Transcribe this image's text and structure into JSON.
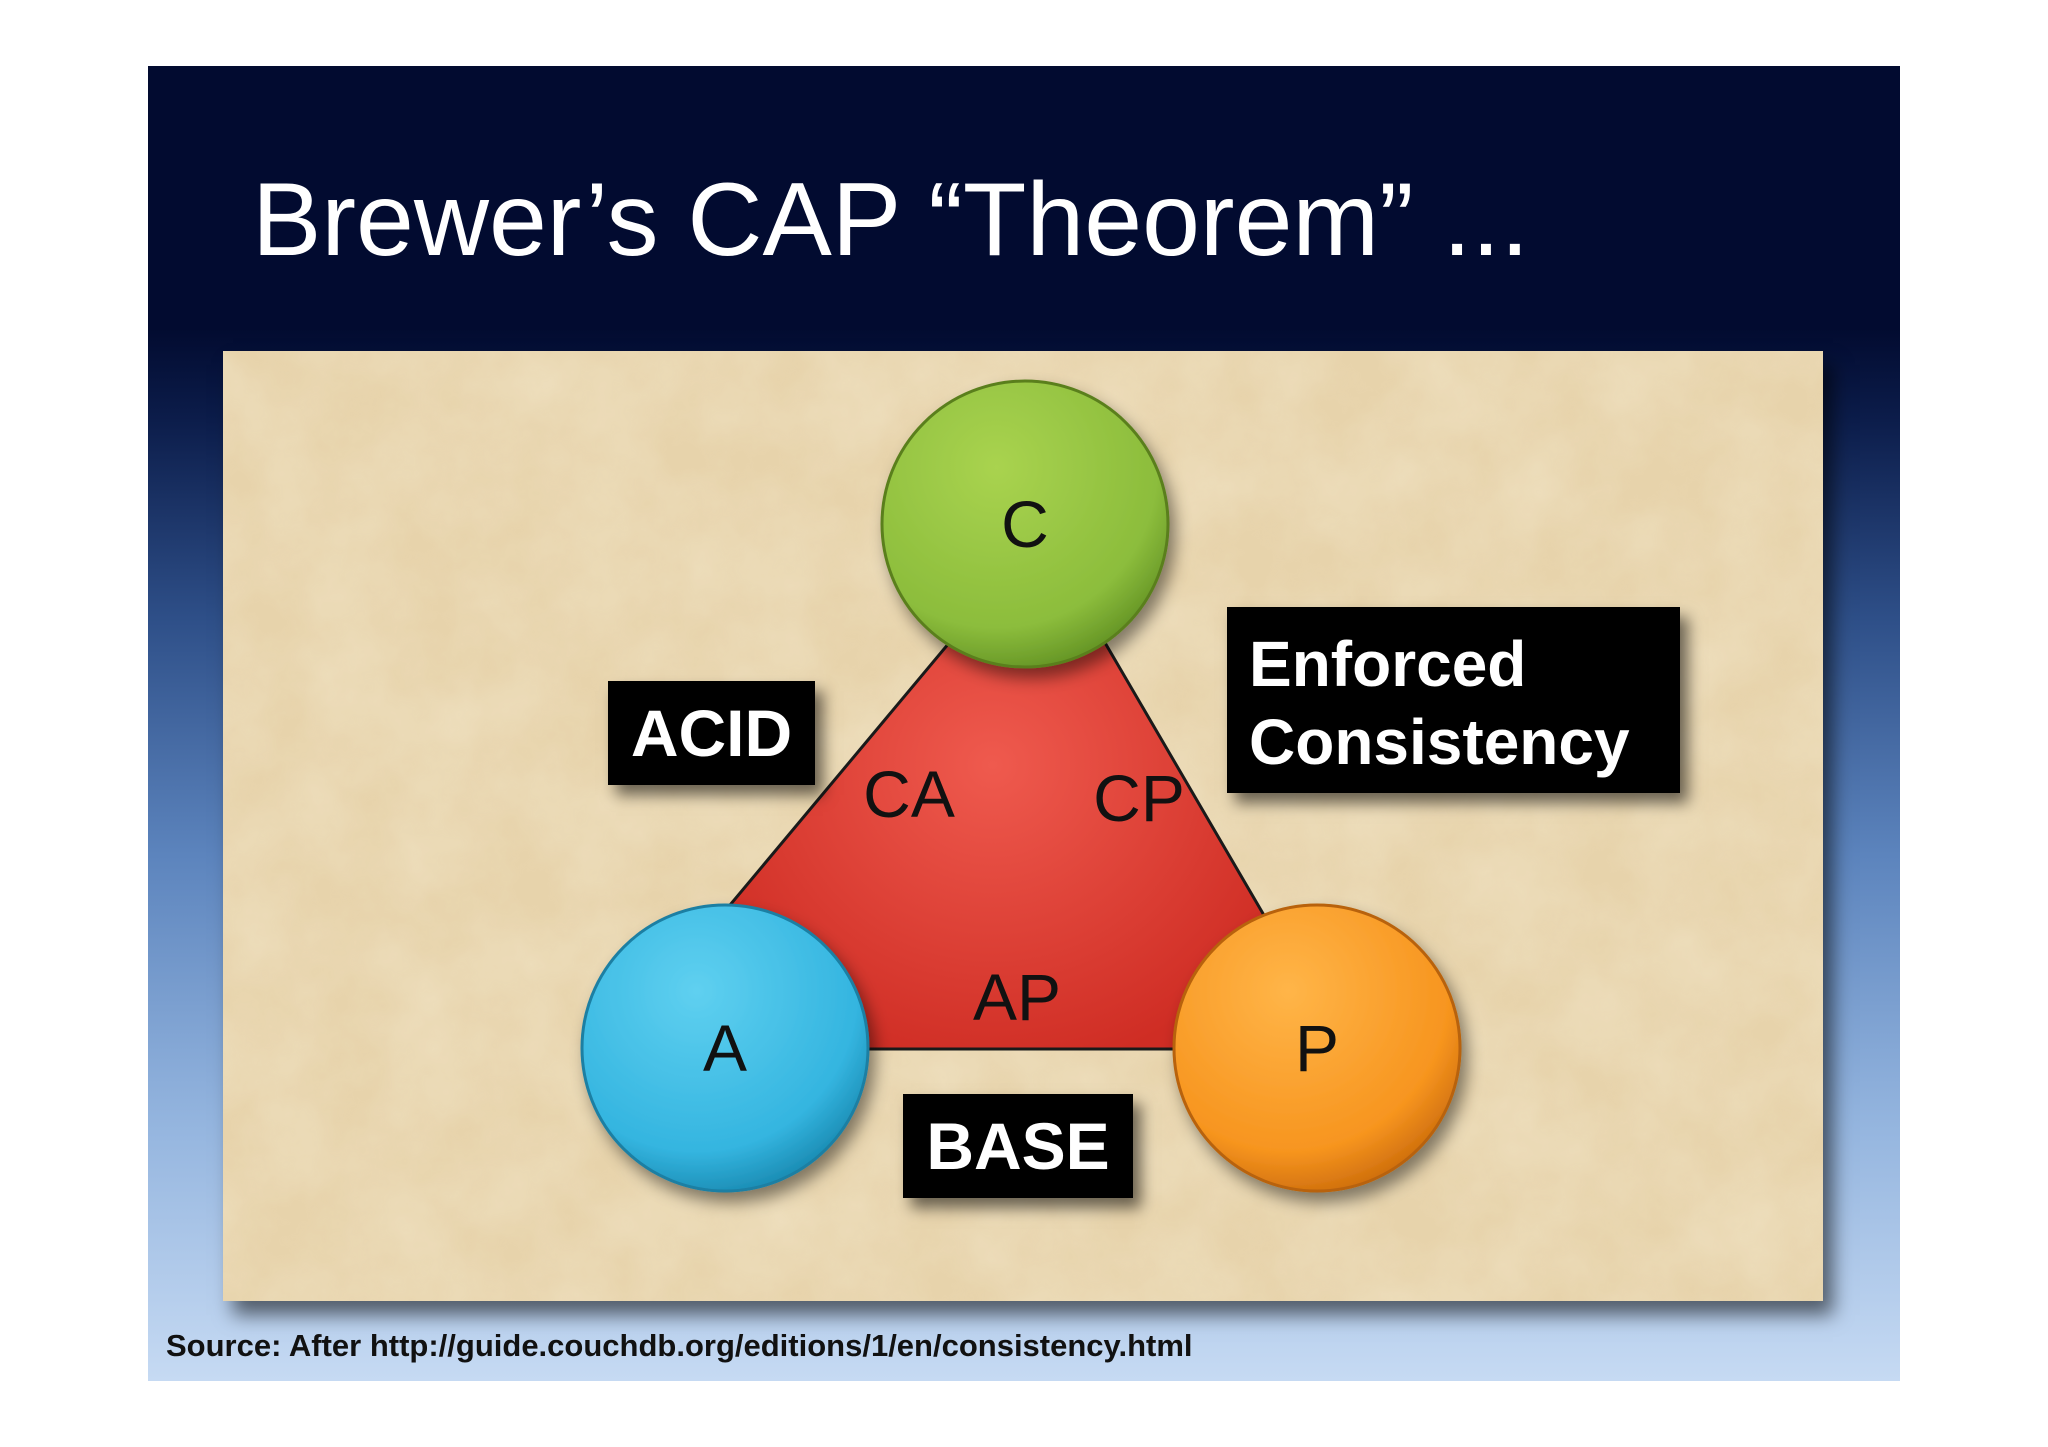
{
  "slide": {
    "title": "Brewer’s CAP “Theorem” ...",
    "source": "Source: After http://guide.couchdb.org/editions/1/en/consistency.html"
  },
  "diagram": {
    "nodes": {
      "c": {
        "letter": "C",
        "color": "#8cbd3c"
      },
      "a": {
        "letter": "A",
        "color": "#34b5e0"
      },
      "p": {
        "letter": "P",
        "color": "#f7951f"
      }
    },
    "edges": {
      "ca": "CA",
      "cp": "CP",
      "ap": "AP"
    },
    "triangle_color": "#dd3a2f",
    "tags": {
      "acid": "ACID",
      "enforced_line1": "Enforced",
      "enforced_line2": "Consistency",
      "base": "BASE"
    }
  }
}
